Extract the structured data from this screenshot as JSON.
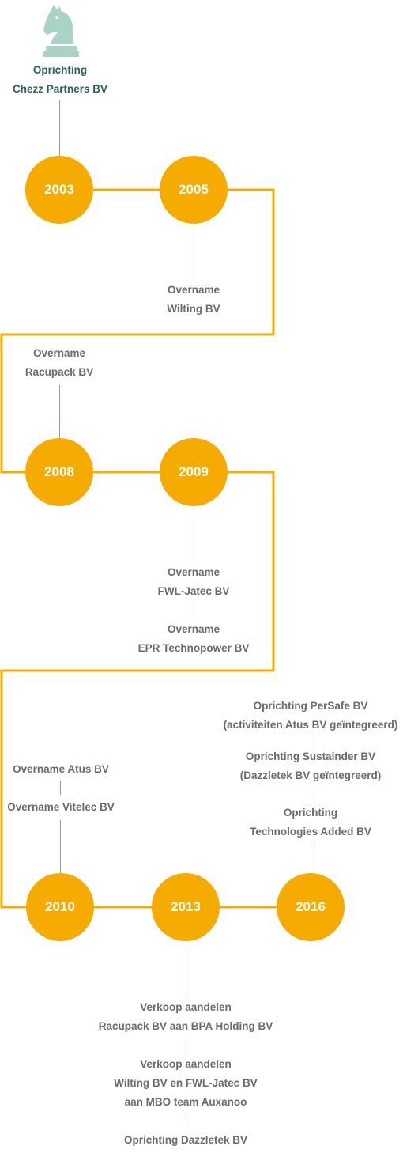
{
  "colors": {
    "accent": "#f5ab00",
    "line": "#f5ab00",
    "connector": "#9a9a9a",
    "text": "#6b6b6b",
    "title": "#2e5f5a",
    "logo": "#a9d3c6"
  },
  "logo": {
    "icon": "chess-knight-icon"
  },
  "intro": {
    "line1": "Oprichting",
    "line2": "Chezz Partners BV"
  },
  "years": {
    "y2003": "2003",
    "y2005": "2005",
    "y2008": "2008",
    "y2009": "2009",
    "y2010": "2010",
    "y2013": "2013",
    "y2016": "2016"
  },
  "events": {
    "e2005": [
      "Overname",
      "Wilting BV"
    ],
    "e2008": [
      "Overname",
      "Racupack BV"
    ],
    "e2009a": [
      "Overname",
      "FWL-Jatec BV"
    ],
    "e2009b": [
      "Overname",
      "EPR Technopower BV"
    ],
    "e2010a": "Overname Atus BV",
    "e2010b": "Overname Vitelec BV",
    "e2016a": [
      "Oprichting PerSafe BV",
      "(activiteiten Atus BV geïntegreerd)"
    ],
    "e2016b": [
      "Oprichting Sustainder BV",
      "(Dazzletek BV geïntegreerd)"
    ],
    "e2016c": [
      "Oprichting",
      "Technologies Added BV"
    ],
    "e2013a": [
      "Verkoop aandelen",
      "Racupack BV aan BPA Holding BV"
    ],
    "e2013b": [
      "Verkoop aandelen",
      "Wilting BV en FWL-Jatec BV",
      "aan MBO team Auxanoo"
    ],
    "e2013c": "Oprichting Dazzletek BV"
  }
}
